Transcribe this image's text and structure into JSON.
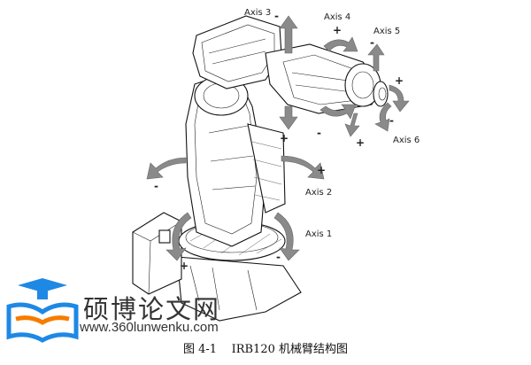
{
  "figure": {
    "caption_prefix": "图 4-1",
    "caption_title": "IRB120 机械臂结构图"
  },
  "axes": [
    {
      "label": "Axis 1"
    },
    {
      "label": "Axis 2"
    },
    {
      "label": "Axis 3"
    },
    {
      "label": "Axis 4"
    },
    {
      "label": "Axis 5"
    },
    {
      "label": "Axis 6"
    }
  ],
  "signs": {
    "plus": "+",
    "minus": "-"
  },
  "watermark": {
    "title": "硕博论文网",
    "url": "www.360lunwenku.com",
    "logo_color": "#1e88e5"
  }
}
